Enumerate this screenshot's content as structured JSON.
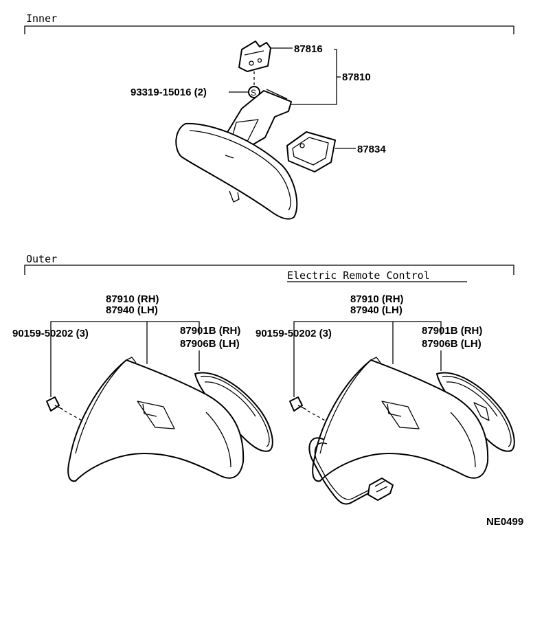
{
  "sections": {
    "inner_title": "Inner",
    "outer_title": "Outer",
    "electric_title": "Electric Remote Control"
  },
  "inner": {
    "label_87816": "87816",
    "label_87810": "87810",
    "label_screw": "93319-15016 (2)",
    "label_87834": "87834"
  },
  "outer_left": {
    "label_rh": "87910 (RH)",
    "label_lh": "87940 (LH)",
    "label_screw": "90159-50202 (3)",
    "label_glass_rh": "87901B (RH)",
    "label_glass_lh": "87906B (LH)"
  },
  "outer_right": {
    "label_rh": "87910 (RH)",
    "label_lh": "87940 (LH)",
    "label_screw": "90159-50202 (3)",
    "label_glass_rh": "87901B (RH)",
    "label_glass_lh": "87906B (LH)"
  },
  "screw_symbol": "S",
  "figure_code": "NE0499"
}
